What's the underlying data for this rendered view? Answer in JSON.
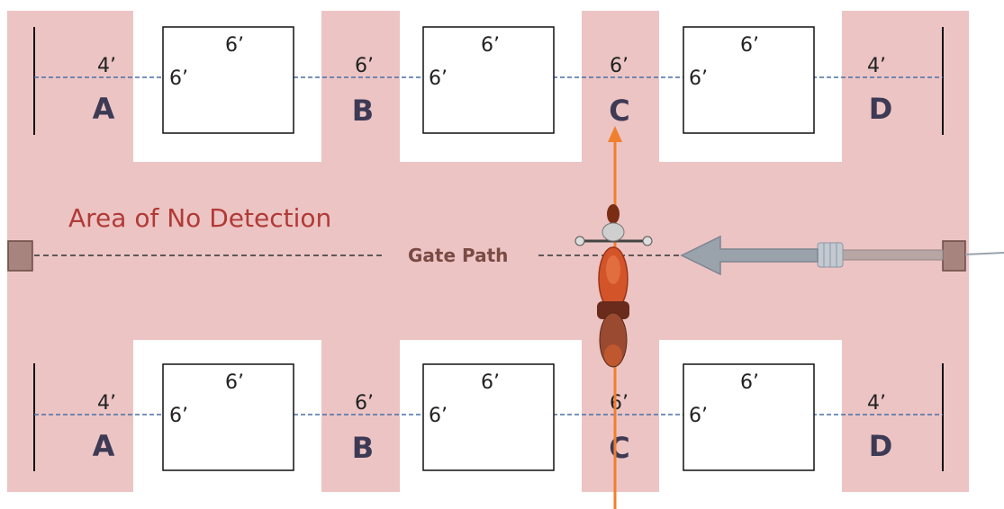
{
  "colors": {
    "detection_area": "#ecc4c4",
    "island_fill": "#ffffff",
    "loop_stroke": "#111111",
    "dimension_line": "#4a6fa5",
    "gate_path_line": "#333333",
    "gate_post": "#a7847e",
    "gate_arm": "#9aa2ac",
    "no_detection_text": "#b13a36",
    "gate_path_text": "#7a4a44",
    "vehicle_path": "#f07f2e",
    "zone_label": "#3d3a55",
    "motorcycle_body": "#d4542a"
  },
  "icons": {
    "left_gate_post": "gate-post-icon",
    "right_gate_post": "gate-post-icon",
    "gate_arm": "gate-arm-arrow-icon",
    "vehicle": "motorcycle-icon",
    "vehicle_path": "up-arrow-icon"
  },
  "labels": {
    "area_of_no_detection": "Area of No Detection",
    "gate_path": "Gate Path"
  },
  "rows": {
    "top": {
      "zones": [
        "A",
        "B",
        "C",
        "D"
      ],
      "loops": [
        {
          "top_dim": "6’",
          "side_dim": "6’"
        },
        {
          "top_dim": "6’",
          "side_dim": "6’"
        },
        {
          "top_dim": "6’",
          "side_dim": "6’"
        }
      ],
      "gaps": [
        "4’",
        "6’",
        "6’",
        "4’"
      ]
    },
    "bottom": {
      "zones": [
        "A",
        "B",
        "C",
        "D"
      ],
      "loops": [
        {
          "top_dim": "6’",
          "side_dim": "6’"
        },
        {
          "top_dim": "6’",
          "side_dim": "6’"
        },
        {
          "top_dim": "6’",
          "side_dim": "6’"
        }
      ],
      "gaps": [
        "4’",
        "6’",
        "6’",
        "4’"
      ]
    }
  }
}
